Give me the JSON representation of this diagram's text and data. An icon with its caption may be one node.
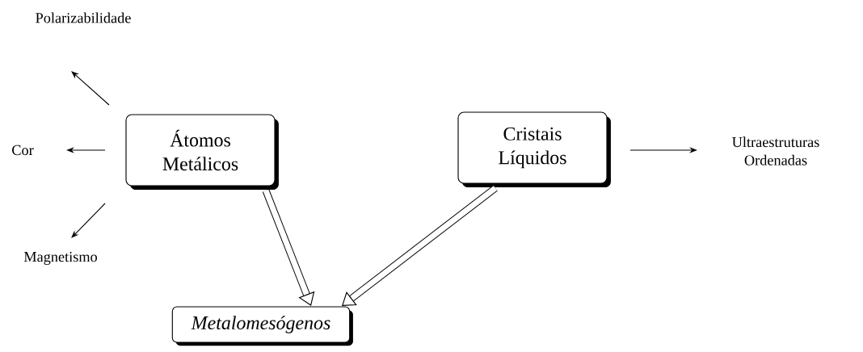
{
  "diagram": {
    "nodes": [
      {
        "text": [
          "Polarizabilidade"
        ]
      },
      {
        "text": [
          "Cor"
        ]
      },
      {
        "text": [
          "Magnetismo"
        ]
      },
      {
        "text": [
          "Átomos Metálicos"
        ]
      },
      {
        "text": [
          "Cristais Líquidos"
        ]
      },
      {
        "text": [
          "Ultraestruturas Ordenadas"
        ]
      },
      {
        "text": [
          "Metalomesógenos"
        ]
      }
    ],
    "edges": [
      {
        "from": 3,
        "to": 0,
        "arrow": "to"
      },
      {
        "from": 3,
        "to": 1,
        "arrow": "to"
      },
      {
        "from": 3,
        "to": 2,
        "arrow": "to"
      },
      {
        "from": 4,
        "to": 5,
        "arrow": "to"
      },
      {
        "from": 3,
        "to": 6,
        "arrow": "to",
        "style": "thick"
      },
      {
        "from": 4,
        "to": 6,
        "arrow": "to",
        "style": "thick"
      }
    ]
  }
}
